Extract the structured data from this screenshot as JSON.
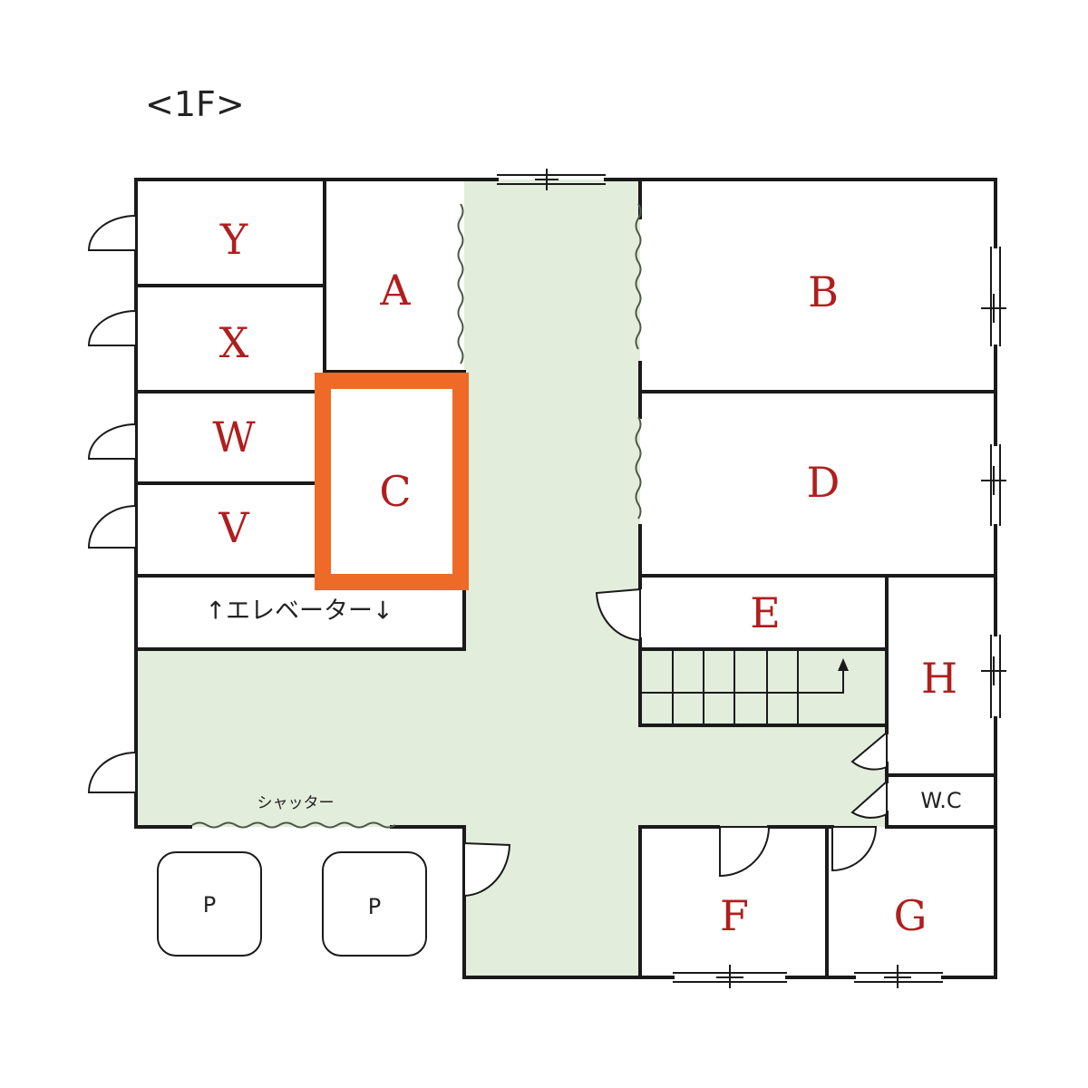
{
  "floor_title": "<1F>",
  "rooms": {
    "y": "Y",
    "x": "X",
    "w": "W",
    "v": "V",
    "a": "A",
    "b": "B",
    "c": "C",
    "d": "D",
    "e": "E",
    "f": "F",
    "g": "G",
    "h": "H"
  },
  "elevator_label": "↑エレベーター↓",
  "shutter_label": "シャッター",
  "wc_label": "W.C",
  "parking": [
    "P",
    "P"
  ],
  "colors": {
    "room_label": "#b01e1e",
    "highlight": "#ee6a26",
    "corridor": "#e2eddb"
  },
  "highlighted_room": "C"
}
